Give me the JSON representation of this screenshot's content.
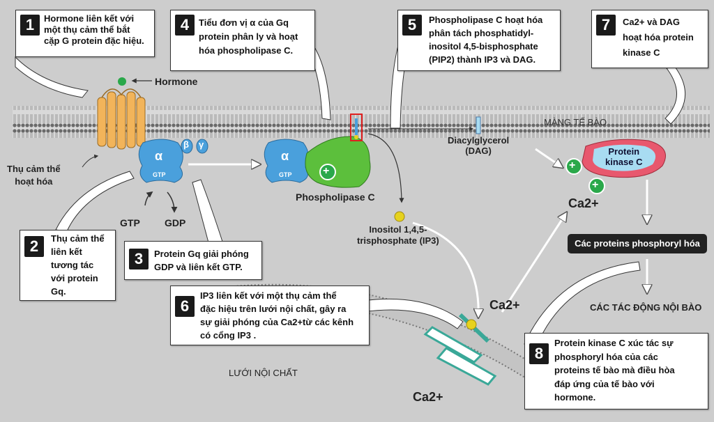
{
  "step_boxes": [
    {
      "num": "1",
      "lines": [
        "Hormone liên kết với",
        "một thụ cảm thể bắt",
        "cặp G protein đặc hiệu."
      ]
    },
    {
      "num": "2",
      "lines": [
        "Thụ cảm thể",
        "liên kết",
        "tương tác",
        "với protein",
        "Gq."
      ]
    },
    {
      "num": "3",
      "lines": [
        "Protein Gq giải phóng",
        "GDP và liên kết GTP."
      ]
    },
    {
      "num": "4",
      "lines": [
        "Tiểu đơn vị α của Gq",
        "protein phân ly và hoạt",
        "hóa phospholipase C."
      ]
    },
    {
      "num": "5",
      "lines": [
        "Phospholipase C hoạt hóa",
        "phân tách phosphatidyl-",
        "inositol 4,5-bisphosphate",
        "(PIP2) thành  IP3 và DAG."
      ]
    },
    {
      "num": "6",
      "lines": [
        "IP3 liên kết với một thụ cảm thể",
        "đặc hiệu trên lưới nội chất, gây ra",
        "sự giải phóng của Ca2+từ các kênh",
        "có cổng  IP3 ."
      ]
    },
    {
      "num": "7",
      "lines": [
        "Ca2+  và DAG",
        "hoạt hóa protein",
        "kinase C"
      ]
    },
    {
      "num": "8",
      "lines": [
        "Protein kinase C xúc tác sự",
        "phosphoryl hóa của các",
        "proteins tế bào mà điều hòa",
        "đáp ứng của tế bào với",
        "hormone."
      ]
    }
  ],
  "labels": {
    "hormone": "Hormone",
    "membrane": "MÀNG TẾ BÀO",
    "activated_receptor": [
      "Thụ cảm thể",
      "hoạt hóa"
    ],
    "alpha": "α",
    "beta": "β",
    "gamma": "γ",
    "gtp_small": "GTP",
    "gtp": "GTP",
    "gdp": "GDP",
    "plc": "Phospholipase C",
    "dag": [
      "Diacylglycerol",
      "(DAG)"
    ],
    "pkc": [
      "Protein",
      "kinase C"
    ],
    "ca": "Ca2+",
    "ip3": [
      "Inositol 1,4,5-",
      "trisphosphate (IP3)"
    ],
    "phosphorylated": "Các proteins phosphoryl hóa",
    "cell_effects": "CÁC TÁC ĐỘNG NỘI BÀO",
    "er": "LƯỚI NỘI CHẤT",
    "plus": "+"
  },
  "colors": {
    "background": "#cdcdcd",
    "receptor": "#f2b45a",
    "g_protein": "#4aa0dc",
    "plc": "#5cbf3c",
    "pkc_outer": "#e8586e",
    "pkc_inner": "#a8dcf2",
    "plus_circle": "#2aa84a",
    "ip3_dot": "#e6d21e",
    "hormone_dot": "#2aa84a"
  }
}
